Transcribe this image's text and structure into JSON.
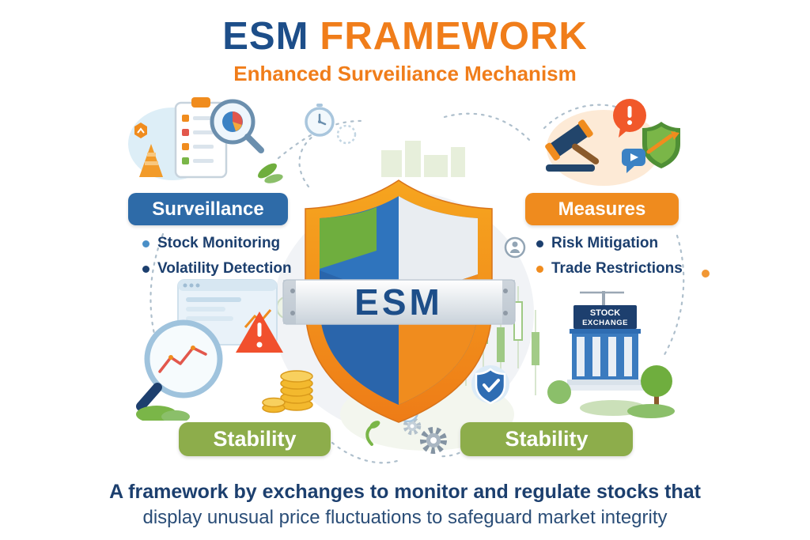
{
  "header": {
    "title_primary": "ESM",
    "title_secondary": "FRAMEWORK",
    "subtitle": "Enhanced Surveiliance Mechanism"
  },
  "center": {
    "shield_label": "ESM"
  },
  "surveillance": {
    "label": "Surveillance",
    "items": [
      "Stock Monitoring",
      "Volatility Detection"
    ]
  },
  "measures": {
    "label": "Measures",
    "items": [
      "Risk Mitigation",
      "Trade Restrictions"
    ]
  },
  "stability_left": {
    "label": "Stability"
  },
  "stability_right": {
    "label": "Stability"
  },
  "building_sign": {
    "line1": "STOCK",
    "line2": "EXCHANGE"
  },
  "footer": {
    "line1": "A framework by exchanges to monitor and regulate stocks that",
    "line2": "display unusual price fluctuations to safeguard market integrity"
  },
  "icons": [
    "clipboard-checklist-icon",
    "magnifier-pie-icon",
    "cone-icon",
    "hexagon-badge-icon",
    "gavel-icon",
    "alert-bubble-icon",
    "shield-arrow-icon",
    "chat-play-icon",
    "clock-icon",
    "lock-icon",
    "person-badge-icon",
    "chart-bubble-icon",
    "browser-window-icon",
    "chart-magnifier-icon",
    "warning-triangle-icon",
    "coin-stack-icon",
    "candlestick-chart-icon",
    "stock-exchange-building-icon",
    "check-shield-icon",
    "tree-icon",
    "gears-icon",
    "sprout-icon",
    "esm-shield"
  ],
  "colors": {
    "navy": "#1d4e89",
    "orange": "#f07d1a",
    "pill_blue": "#2e6ba8",
    "pill_orange": "#ef8b1e",
    "pill_green": "#8dad4b",
    "text_dark": "#1c3f6e",
    "shield_blue": "#2f74bd",
    "shield_orange": "#f08c1e",
    "shield_green": "#6fae3e",
    "background": "#ffffff"
  }
}
